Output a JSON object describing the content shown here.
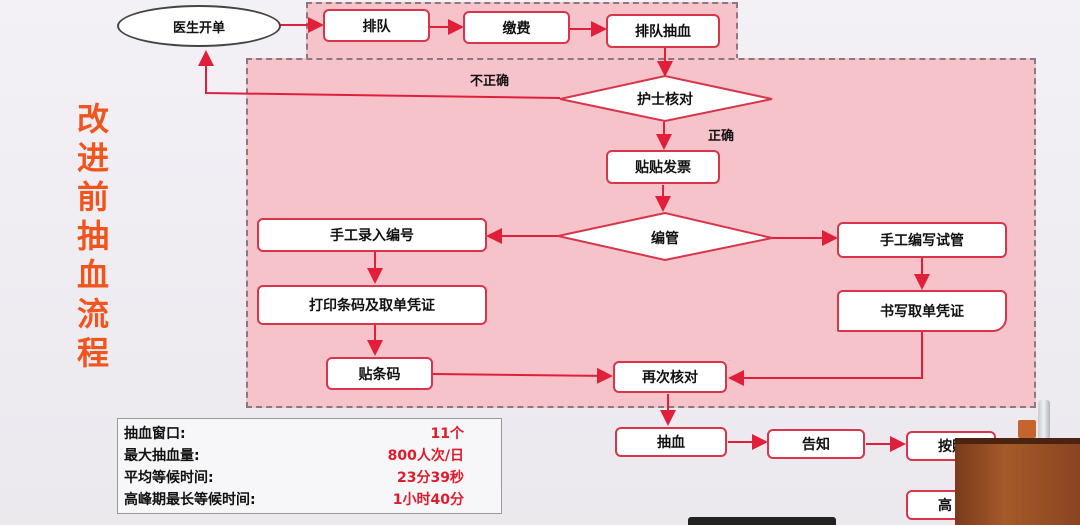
{
  "side_title": [
    "改",
    "进",
    "前",
    "抽",
    "血",
    "流",
    "程"
  ],
  "nodes": {
    "start": "医生开单",
    "queue": "排队",
    "pay": "缴费",
    "queue_draw": "排队抽血",
    "nurse_check": "护士核对",
    "stick_invoice": "贴贴发票",
    "numbering": "编管",
    "manual_entry": "手工录入编号",
    "print_barcode": "打印条码及取单凭证",
    "stick_barcode": "贴条码",
    "manual_write_tube": "手工编写试管",
    "write_voucher": "书写取单凭证",
    "recheck": "再次核对",
    "draw_blood": "抽血",
    "notify": "告知",
    "next_partial": "按照",
    "next_partial_2": "高"
  },
  "edge_labels": {
    "incorrect": "不正确",
    "correct": "正确"
  },
  "stats": [
    {
      "label": "抽血窗口:",
      "value": "11个"
    },
    {
      "label": "最大抽血量:",
      "value": "800人次/日"
    },
    {
      "label": "平均等候时间:",
      "value": "23分39秒"
    },
    {
      "label": "高峰期最长等候时间:",
      "value": "1小时40分"
    }
  ],
  "colors": {
    "title": "#f0551e",
    "arrow": "#e0203a",
    "zone": "#f6c3ca",
    "value": "#e01b2b"
  }
}
